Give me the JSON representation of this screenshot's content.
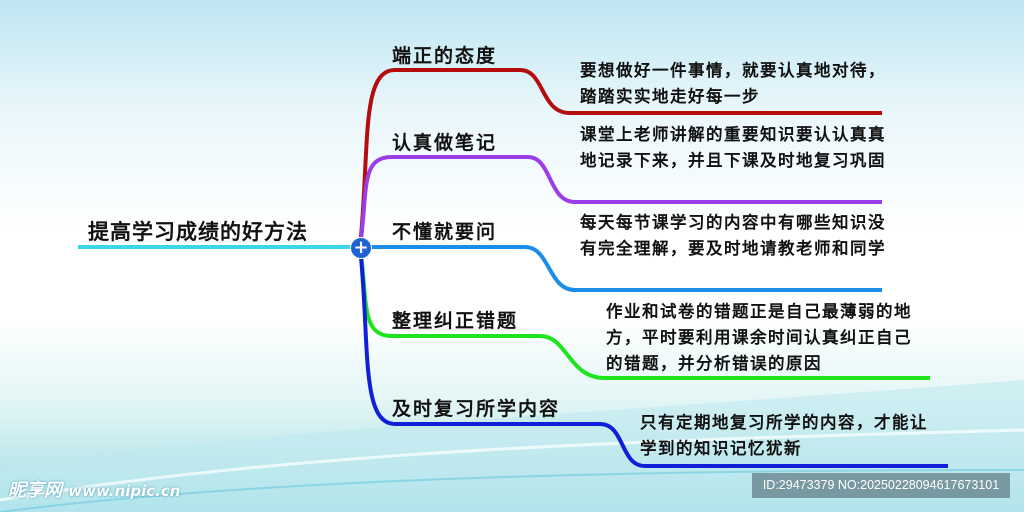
{
  "root": {
    "label": "提高学习成绩的好方法",
    "expand_icon": "plus-icon"
  },
  "branches": [
    {
      "label": "端正的态度",
      "color": "#b50d0d",
      "desc": "要想做好一件事情，就要认真地对待，踏踏实实地走好每一步"
    },
    {
      "label": "认真做笔记",
      "color": "#9b3de8",
      "desc": "课堂上老师讲解的重要知识要认认真真地记录下来，并且下课及时地复习巩固"
    },
    {
      "label": "不懂就要问",
      "color": "#1a8ee8",
      "desc": "每天每节课学习的内容中有哪些知识没有完全理解，要及时地请教老师和同学"
    },
    {
      "label": "整理纠正错题",
      "color": "#1de41d",
      "desc": "作业和试卷的错题正是自己最薄弱的地方，平时要利用课余时间认真纠正自己的错题，并分析错误的原因"
    },
    {
      "label": "及时复习所学内容",
      "color": "#1020d8",
      "desc": "只有定期地复习所学的内容，才能让学到的知识记忆犹新"
    }
  ],
  "root_line_color": "#3cd6ea",
  "watermark": {
    "logo": "昵享网",
    "url": "www.nipic.cn"
  },
  "id_bar": "ID:29473379 NO:20250228094617673101"
}
